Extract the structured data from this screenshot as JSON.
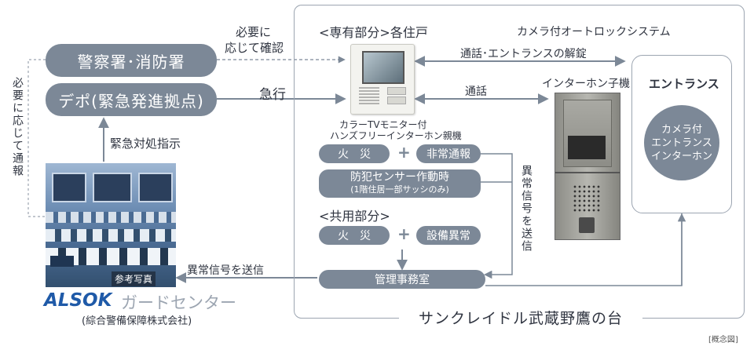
{
  "nodes": {
    "police_fire": "警察署･消防署",
    "depot": "デポ(緊急発進拠点)",
    "fire1": "火　災",
    "emergency_call": "非常通報",
    "sensor_line1": "防犯センサー作動時",
    "sensor_line2": "(1階住居一部サッシのみ)",
    "fire2": "火　災",
    "equipment": "設備異常",
    "management": "管理事務室",
    "entrance_intercom_line1": "カメラ付",
    "entrance_intercom_line2": "エントランス",
    "entrance_intercom_line3": "インターホン"
  },
  "labels": {
    "confirm_line1": "必要に",
    "confirm_line2": "応じて確認",
    "rush": "急行",
    "dispatch": "緊急対処指示",
    "notify_vertical": "必要に応じて通報",
    "private_section": "<専有部分>各住戸",
    "common_section": "<共用部分>",
    "autolock_system": "カメラ付オートロックシステム",
    "call_unlock": "通話･エントランスの解錠",
    "call": "通話",
    "intercom_child": "インターホン子機",
    "monitor_line1": "カラーTVモニター付",
    "monitor_line2": "ハンズフリーインターホン親機",
    "entrance": "エントランス",
    "abnormal_vertical": "異常信号を送信",
    "send_abnormal": "異常信号を送信",
    "photo_caption": "参考写真",
    "guard_center": "ガードセンター",
    "company": "(綜合警備保障株式会社)",
    "property_name": "サンクレイドル武蔵野鷹の台",
    "concept": "[概念図]"
  },
  "brand": {
    "logo_text": "ALSOK",
    "logo_color": "#1f5aa8",
    "accent_gray": "#7c8897"
  }
}
